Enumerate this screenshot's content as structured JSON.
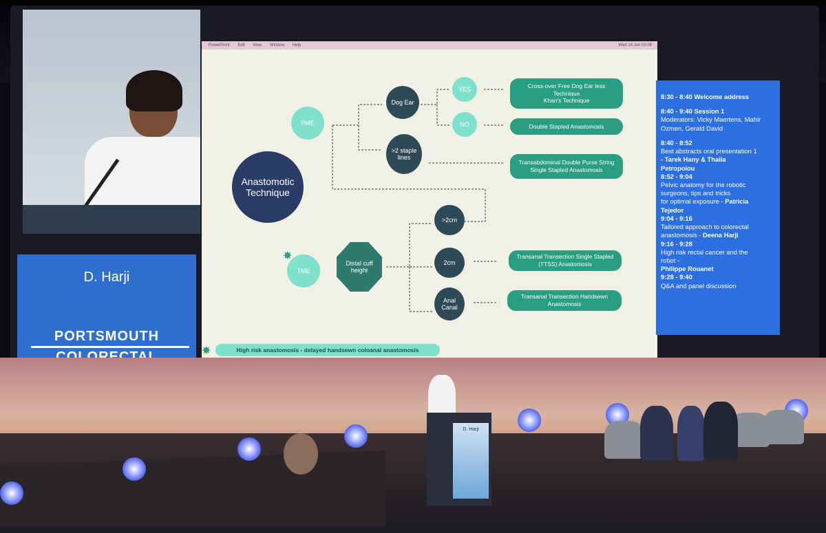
{
  "name_card": {
    "speaker": "D. Harji",
    "logo_line1": "PORTSMOUTH",
    "logo_line2": "COLORECTAL"
  },
  "slide": {
    "menubar": [
      "PowerPoint",
      "Edit",
      "View",
      "Window",
      "Help"
    ],
    "clock": "Wed 18 Jun 09:09",
    "main_node": "Anastomotic Technique",
    "pme": "PME",
    "tme": "TME",
    "dog_ear": "Dog Ear",
    "staple_lines": ">2 staple lines",
    "yes": "YES",
    "no": "NO",
    "distal_cuff": "Distal cuff height",
    "gt2cm": ">2cm",
    "eq2cm": "2cm",
    "anal_canal": "Anal Canal",
    "outcome_crossover_1": "Cross-over Free Dog Ear less",
    "outcome_crossover_2": "Technique",
    "outcome_crossover_3": "Khan's Technique",
    "outcome_double_stapled": "Double Stapled Anastomosis",
    "outcome_transabdominal": "Transabdominal Double Purse String Single Stapled Anastomosis",
    "outcome_ttss": "Transanal Transection Single Stapled (TTSS) Anastomosis",
    "outcome_handsewn": "Transanal Transection Handsewn Anastomosis",
    "footer": "High risk anastomosis - delayed handsewn coloanal anastomosis"
  },
  "schedule": {
    "welcome": "8:30 - 8:40 Welcome address",
    "session_title": "8:40 - 9:40 Session 1",
    "moderators_1": "Moderators: Vicky Maertens, Mahir",
    "moderators_2": "Ozmen, Gerald David",
    "t1": "8:40 - 8:52",
    "t1_desc": "Best abstracts oral presentation 1",
    "t1_spk_1": "- Tarek Hany & Thalia",
    "t1_spk_2": "Petropolou",
    "t2": "8:52 - 9:04",
    "t2_desc_1": "Pelvic anatomy for the robotic",
    "t2_desc_2": "surgeons, tips and tricks",
    "t2_desc_3": "for optimal exposure -",
    "t2_spk_inline": "Patricia",
    "t2_spk_2": "Tejedor",
    "t3": "9:04 - 9:16",
    "t3_desc_1": "Tailored approach to colorectal",
    "t3_desc_2": "anastomosis -",
    "t3_spk": "Deena Harji",
    "t4": "9:16 - 9:28",
    "t4_desc_1": "High risk rectal cancer and the",
    "t4_desc_2": "robot -",
    "t4_spk": "Philippe Rouanet",
    "t5": "9:28 - 9:40",
    "t5_desc": "Q&A and panel discussion"
  },
  "lectern_screen": "D. Harji",
  "colors": {
    "teal_pill": "#2a9e80",
    "light_teal": "#7fe0cc",
    "navy": "#2a3b66",
    "schedule_blue": "#2b6fe0",
    "namecard_blue": "#2e6fcf"
  }
}
